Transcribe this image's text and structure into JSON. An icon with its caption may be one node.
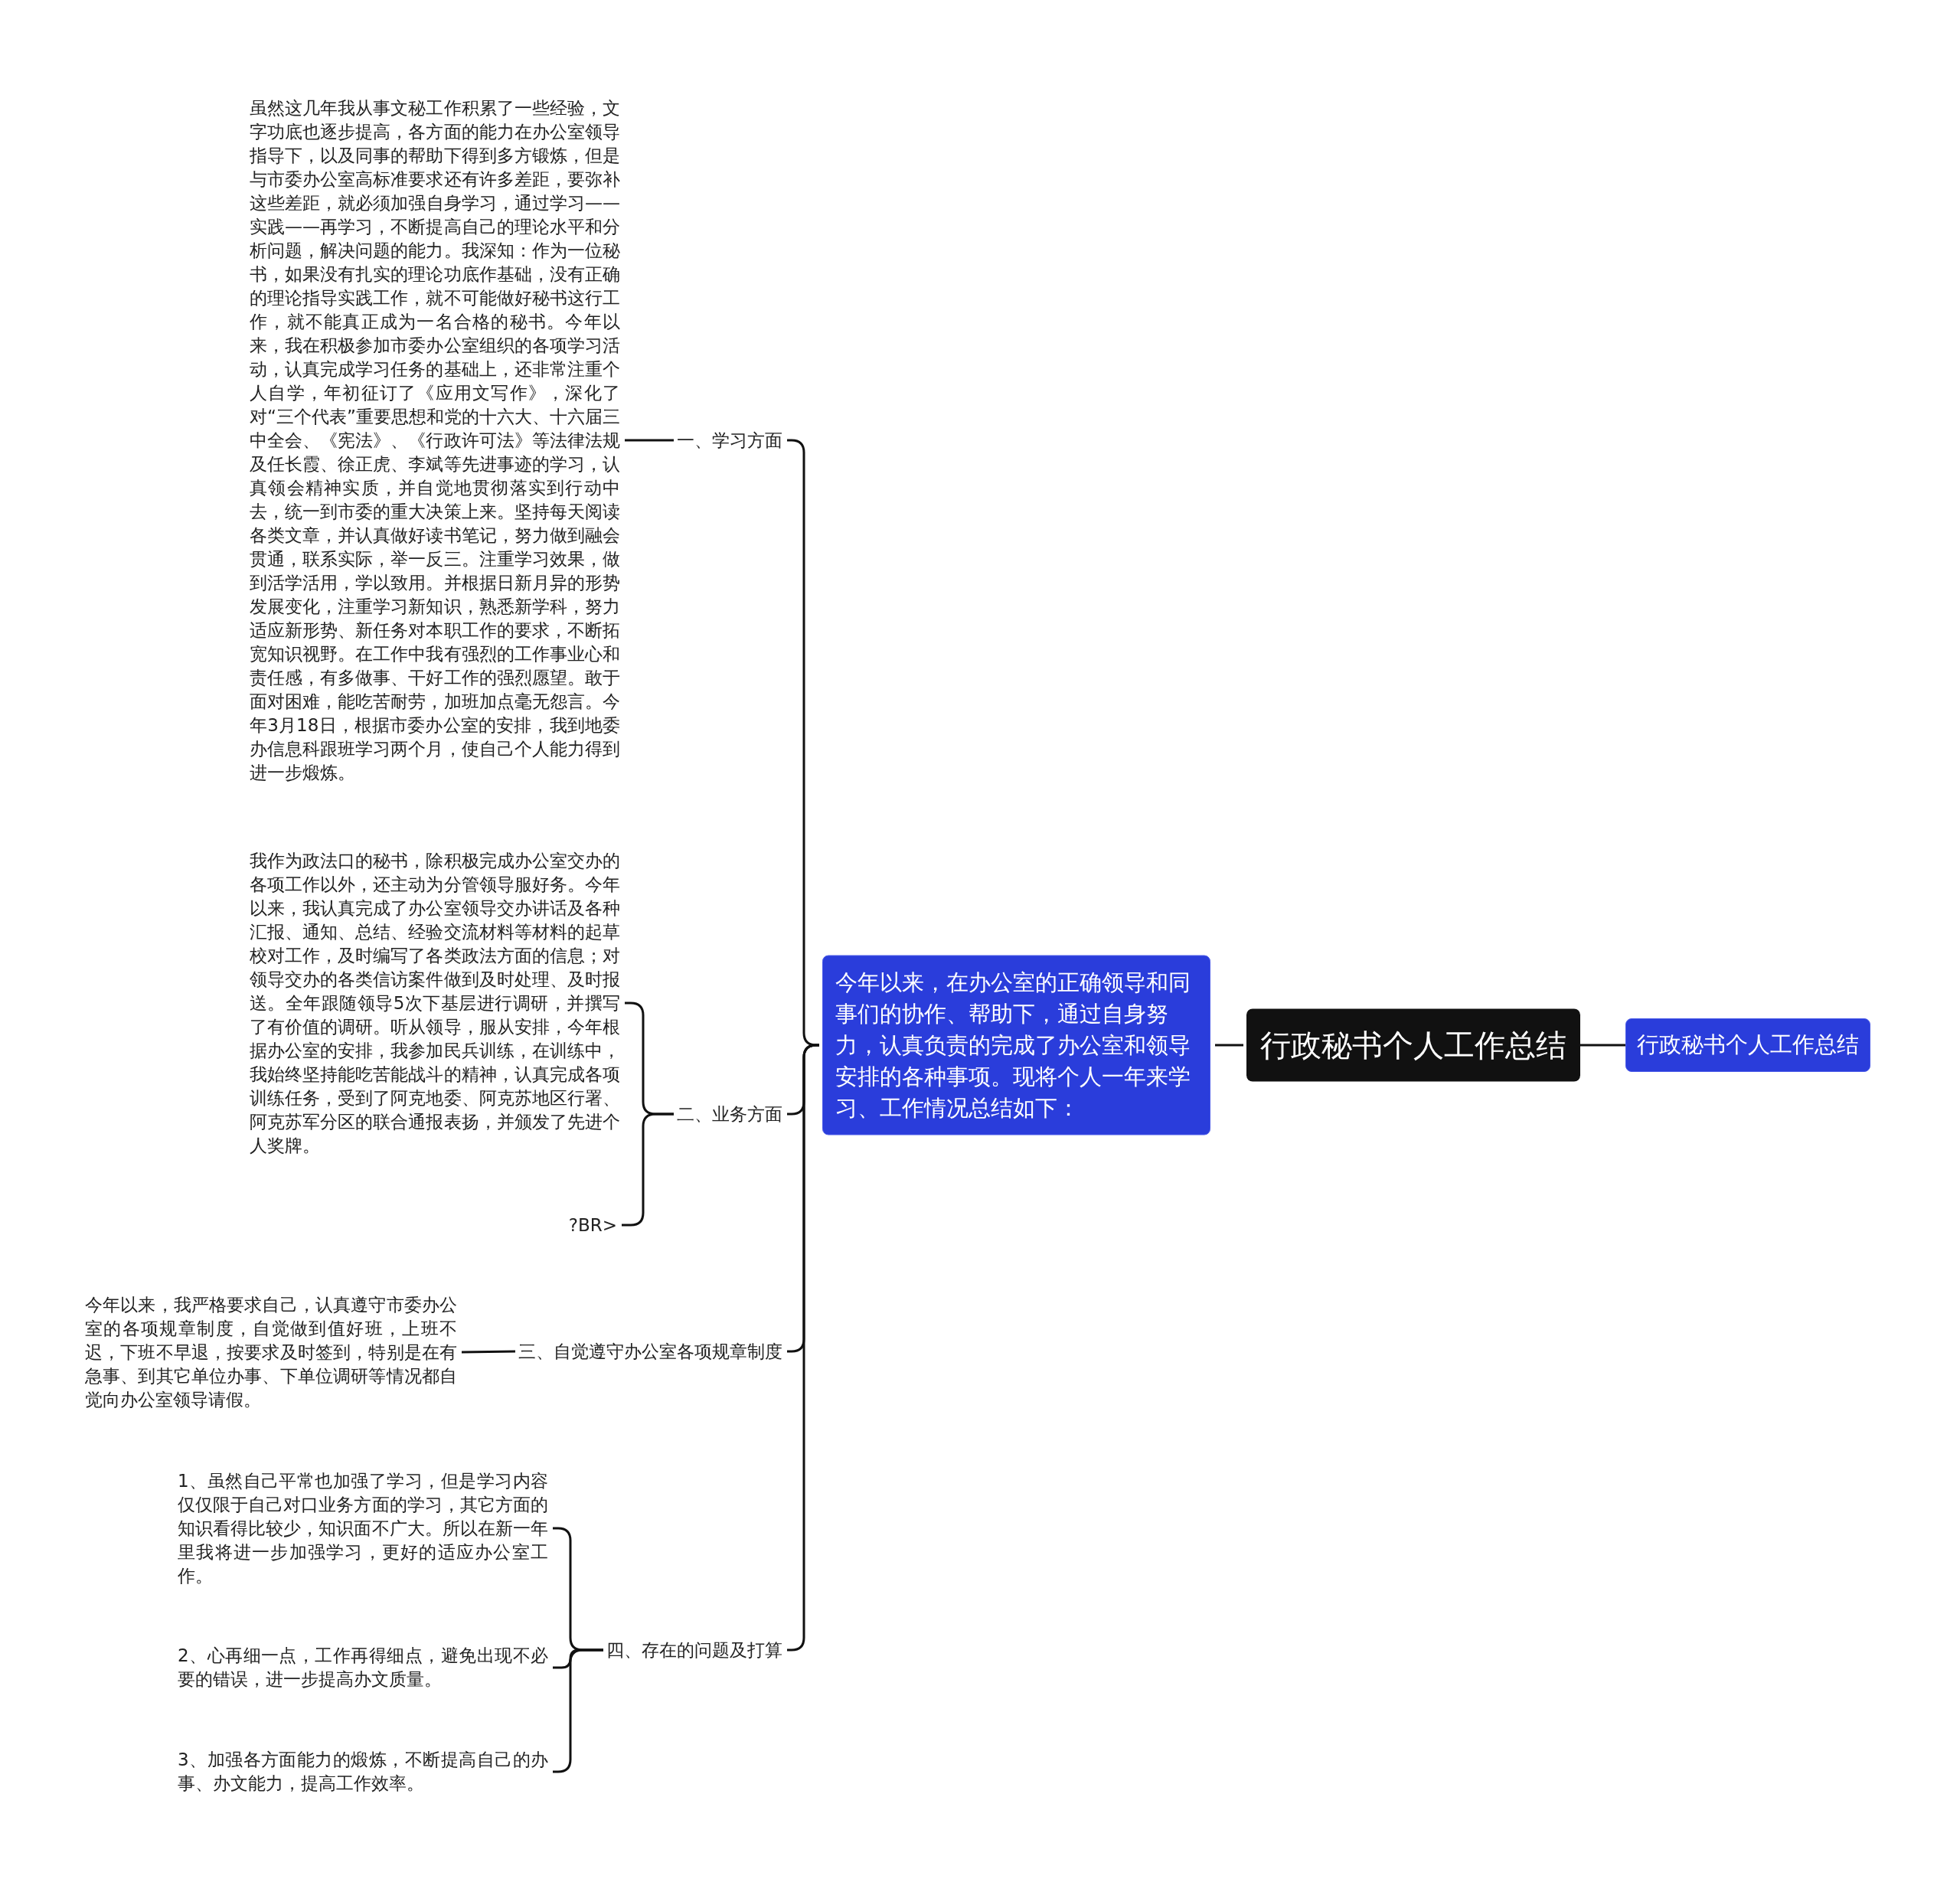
{
  "diagram": {
    "nodes": [
      {
        "text": [
          "行政秘书个人工作总结"
        ]
      },
      {
        "text": [
          "行政秘书个人工作总结"
        ]
      },
      {
        "text": [
          "今年以来，在办公室的正确领导和同事们的协作、帮助下，通过自身努力，认真负责的完成了办公室和领导安排的各种事项。现将个人一年来学习、工作情况总结如下："
        ]
      },
      {
        "text": [
          "一、学习方面"
        ]
      },
      {
        "text": [
          "虽然这几年我从事文秘工作积累了一些经验，文字功底也逐步提高，各方面的能力在办公室领导指导下，以及同事的帮助下得到多方锻炼，但是与市委办公室高标准要求还有许多差距，要弥补这些差距，就必须加强自身学习，通过学习——实践——再学习，不断提高自己的理论水平和分析问题，解决问题的能力。我深知：作为一位秘书，如果没有扎实的理论功底作基础，没有正确的理论指导实践工作，就不可能做好秘书这行工作，就不能真正成为一名合格的秘书。今年以来，我在积极参加市委办公室组织的各项学习活动，认真完成学习任务的基础上，还非常注重个人自学，年初征订了《应用文写作》，深化了对“三个代表”重要思想和党的十六大、十六届三中全会、《宪法》、《行政许可法》等法律法规及任长霞、徐正虎、李斌等先进事迹的学习，认真领会精神实质，并自觉地贯彻落实到行动中去，统一到市委的重大决策上来。坚持每天阅读各类文章，并认真做好读书笔记，努力做到融会贯通，联系实际，举一反三。注重学习效果，做到活学活用，学以致用。并根据日新月异的形势发展变化，注重学习新知识，熟悉新学科，努力适应新形势、新任务对本职工作的要求，不断拓宽知识视野。在工作中我有强烈的工作事业心和责任感，有多做事、干好工作的强烈愿望。敢于面对困难，能吃苦耐劳，加班加点毫无怨言。今年3月18日，根据市委办公室的安排，我到地委办信息科跟班学习两个月，使自己个人能力得到进一步煅炼。"
        ]
      },
      {
        "text": [
          "二、业务方面"
        ]
      },
      {
        "text": [
          "我作为政法口的秘书，除积极完成办公室交办的各项工作以外，还主动为分管领导服好务。今年以来，我认真完成了办公室领导交办讲话及各种汇报、通知、总结、经验交流材料等材料的起草校对工作，及时编写了各类政法方面的信息；对领导交办的各类信访案件做到及时处理、及时报送。全年跟随领导5次下基层进行调研，并撰写了有价值的调研。听从领导，服从安排，今年根据办公室的安排，我参加民兵训练，在训练中，我始终坚持能吃苦能战斗的精神，认真完成各项训练任务，受到了阿克地委、阿克苏地区行署、阿克苏军分区的联合通报表扬，并颁发了先进个人奖牌。"
        ]
      },
      {
        "text": [
          "?BR>"
        ]
      },
      {
        "text": [
          "三、自觉遵守办公室各项规章制度"
        ]
      },
      {
        "text": [
          "今年以来，我严格要求自己，认真遵守市委办公室的各项规章制度，自觉做到值好班，上班不迟，下班不早退，按要求及时签到，特别是在有急事、到其它单位办事、下单位调研等情况都自觉向办公室领导请假。"
        ]
      },
      {
        "text": [
          "四、存在的问题及打算"
        ]
      },
      {
        "text": [
          "1、虽然自己平常也加强了学习，但是学习内容仅仅限于自己对口业务方面的学习，其它方面的知识看得比较少，知识面不广大。所以在新一年里我将进一步加强学习，更好的适应办公室工作。"
        ]
      },
      {
        "text": [
          "2、心再细一点，工作再得细点，避免出现不必要的错误，进一步提高办文质量。"
        ]
      },
      {
        "text": [
          "3、加强各方面能力的煅炼，不断提高自己的办事、办文能力，提高工作效率。"
        ]
      }
    ],
    "edges": [
      {
        "from": 0,
        "to": 1,
        "arrow": "none"
      },
      {
        "from": 0,
        "to": 2,
        "arrow": "none"
      },
      {
        "from": 2,
        "to": 3,
        "arrow": "none"
      },
      {
        "from": 2,
        "to": 5,
        "arrow": "none"
      },
      {
        "from": 2,
        "to": 8,
        "arrow": "none"
      },
      {
        "from": 2,
        "to": 10,
        "arrow": "none"
      },
      {
        "from": 3,
        "to": 4,
        "arrow": "none"
      },
      {
        "from": 5,
        "to": 6,
        "arrow": "none"
      },
      {
        "from": 5,
        "to": 7,
        "arrow": "none"
      },
      {
        "from": 8,
        "to": 9,
        "arrow": "none"
      },
      {
        "from": 10,
        "to": 11,
        "arrow": "none"
      },
      {
        "from": 10,
        "to": 12,
        "arrow": "none"
      },
      {
        "from": 10,
        "to": 13,
        "arrow": "none"
      }
    ]
  }
}
